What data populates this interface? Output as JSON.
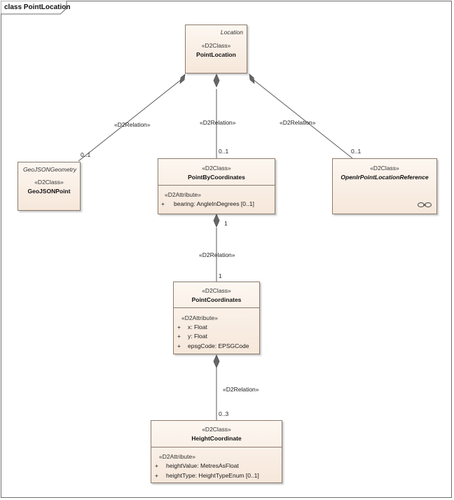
{
  "frame": {
    "label": "class PointLocation"
  },
  "classes": {
    "point_location": {
      "parent": "Location",
      "stereotype": "«D2Class»",
      "name": "PointLocation"
    },
    "geojson_point": {
      "parent": "GeoJSONGeometry",
      "stereotype": "«D2Class»",
      "name": "GeoJSONPoint"
    },
    "point_by_coordinates": {
      "stereotype": "«D2Class»",
      "name": "PointByCoordinates",
      "attr_stereotype": "«D2Attribute»",
      "attributes": [
        {
          "visibility": "+",
          "text": "bearing: AngleInDegrees [0..1]"
        }
      ]
    },
    "openlr_ref": {
      "stereotype": "«D2Class»",
      "name": "OpenlrPointLocationReference",
      "icon": "chain-link-icon"
    },
    "point_coordinates": {
      "stereotype": "«D2Class»",
      "name": "PointCoordinates",
      "attr_stereotype": "«D2Attribute»",
      "attributes": [
        {
          "visibility": "+",
          "text": "x: Float"
        },
        {
          "visibility": "+",
          "text": "y: Float"
        },
        {
          "visibility": "+",
          "text": "epsgCode: EPSGCode"
        }
      ]
    },
    "height_coordinate": {
      "stereotype": "«D2Class»",
      "name": "HeightCoordinate",
      "attr_stereotype": "«D2Attribute»",
      "attributes": [
        {
          "visibility": "+",
          "text": "heightValue: MetresAsFloat"
        },
        {
          "visibility": "+",
          "text": "heightType: HeightTypeEnum [0..1]"
        }
      ]
    }
  },
  "relations": [
    {
      "from": "PointLocation",
      "to": "GeoJSONPoint",
      "label": "«D2Relation»",
      "target_multiplicity": "0..1"
    },
    {
      "from": "PointLocation",
      "to": "PointByCoordinates",
      "label": "«D2Relation»",
      "target_multiplicity": "0..1"
    },
    {
      "from": "PointLocation",
      "to": "OpenlrPointLocationReference",
      "label": "«D2Relation»",
      "target_multiplicity": "0..1"
    },
    {
      "from": "PointByCoordinates",
      "to": "PointCoordinates",
      "label": "«D2Relation»",
      "source_multiplicity": "1",
      "target_multiplicity": "1"
    },
    {
      "from": "PointCoordinates",
      "to": "HeightCoordinate",
      "label": "«D2Relation»",
      "target_multiplicity": "0..3"
    }
  ],
  "colors": {
    "class_fill_top": "#fdf7f1",
    "class_fill_bottom": "#f6e7da",
    "border": "#8c7a6c",
    "line": "#5a5a5a",
    "diamond": "#666666"
  }
}
